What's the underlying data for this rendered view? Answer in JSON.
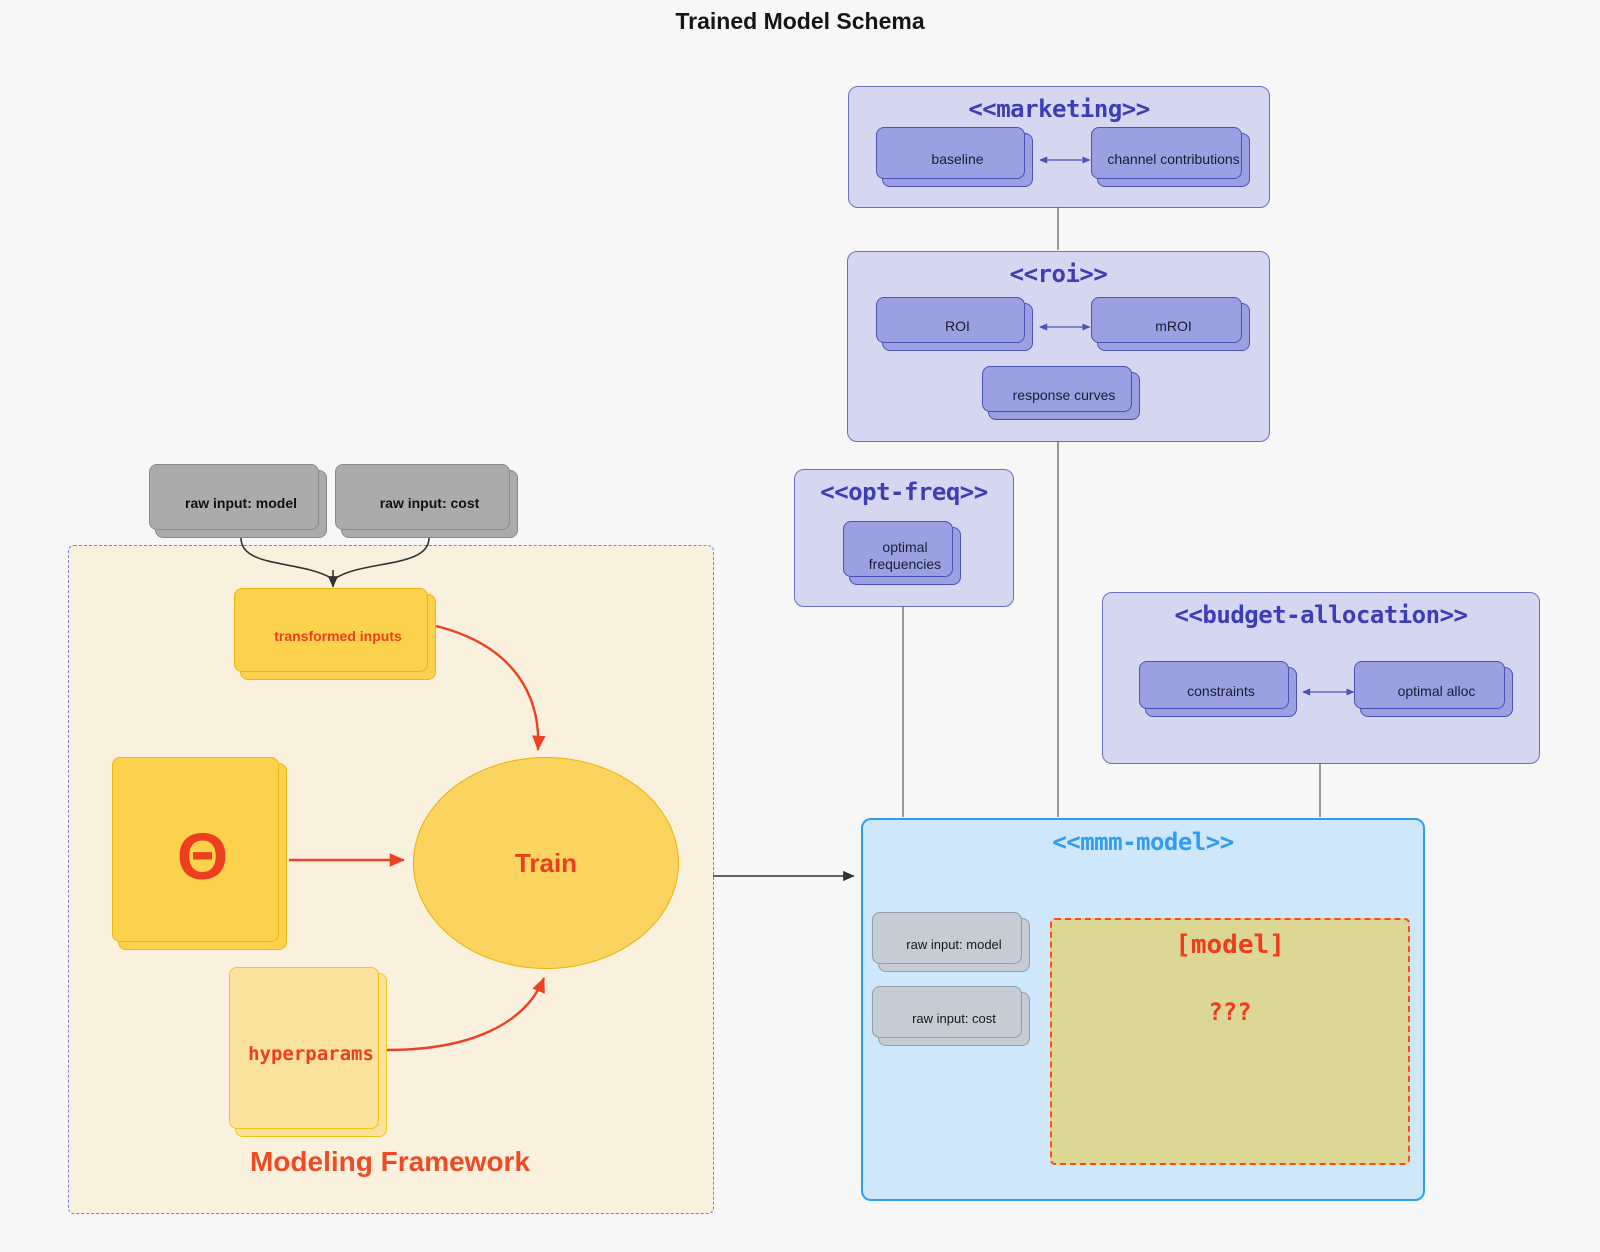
{
  "title": "Trained Model Schema",
  "marketing": {
    "title": "<<marketing>>",
    "baseline": "baseline",
    "channel": "channel contributions"
  },
  "roi": {
    "title": "<<roi>>",
    "roi": "ROI",
    "mroi": "mROI",
    "response": "response curves"
  },
  "optfreq": {
    "title": "<<opt-freq>>",
    "optimal": "optimal frequencies"
  },
  "budget": {
    "title": "<<budget-allocation>>",
    "constraints": "constraints",
    "alloc": "optimal alloc"
  },
  "mmm": {
    "title": "<<mmm-model>>",
    "raw_model": "raw input: model",
    "raw_cost": "raw input: cost",
    "model_title": "[model]",
    "model_unknown": "???"
  },
  "inputs": {
    "model": "raw input: model",
    "cost": "raw input: cost"
  },
  "framework": {
    "label": "Modeling Framework",
    "transformed": "transformed inputs",
    "theta": "Θ",
    "train": "Train",
    "hyperparams": "hyperparams"
  },
  "colors": {
    "accent_red": "#ee4023",
    "package_purple": "#3d3eb5",
    "mmm_blue": "#2f9ef2",
    "node_purple_fill": "#9aa0e2",
    "yellow_fill": "#fcd24d",
    "model_khaki": "#dcd794"
  }
}
